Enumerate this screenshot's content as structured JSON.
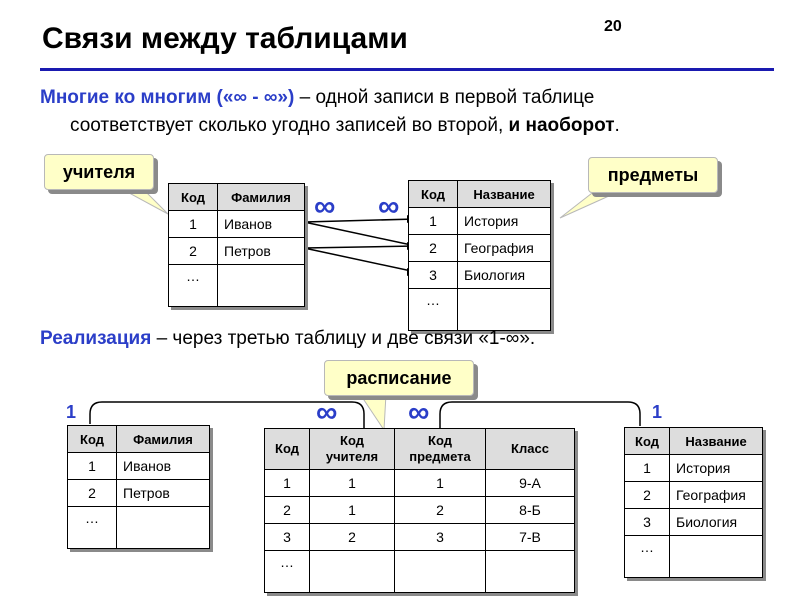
{
  "slide": {
    "number": "20",
    "title": "Связи между таблицами",
    "intro_line1_bold": "Многие ко многим («∞ - ∞»)",
    "intro_line1_rest": " – одной записи в первой таблице",
    "intro_line2_rest": "соответствует сколько угодно записей во второй, ",
    "intro_line2_bold": "и наоборот",
    "intro_line2_end": ".",
    "impl_bold": "Реализация",
    "impl_rest": " – через третью таблицу и две связи «1-∞»."
  },
  "callouts": {
    "teachers": "учителя",
    "subjects": "предметы",
    "schedule": "расписание"
  },
  "symbols": {
    "infinity": "∞",
    "one": "1"
  },
  "colors": {
    "accent": "#2b3ec8",
    "rule": "#1a1ab0",
    "callout_fill": "#ffffc8",
    "header_fill": "#dddddd"
  },
  "teachers": {
    "headers": [
      "Код",
      "Фамилия"
    ],
    "rows": [
      [
        "1",
        "Иванов"
      ],
      [
        "2",
        "Петров"
      ]
    ],
    "ellipsis": "…"
  },
  "subjects": {
    "headers": [
      "Код",
      "Название"
    ],
    "rows": [
      [
        "1",
        "История"
      ],
      [
        "2",
        "География"
      ],
      [
        "3",
        "Биология"
      ]
    ],
    "ellipsis": "…"
  },
  "schedule": {
    "headers": [
      "Код",
      "Код учителя",
      "Код предмета",
      "Класс"
    ],
    "rows": [
      [
        "1",
        "1",
        "1",
        "9-А"
      ],
      [
        "2",
        "1",
        "2",
        "8-Б"
      ],
      [
        "3",
        "2",
        "3",
        "7-В"
      ]
    ],
    "ellipsis": "…"
  }
}
